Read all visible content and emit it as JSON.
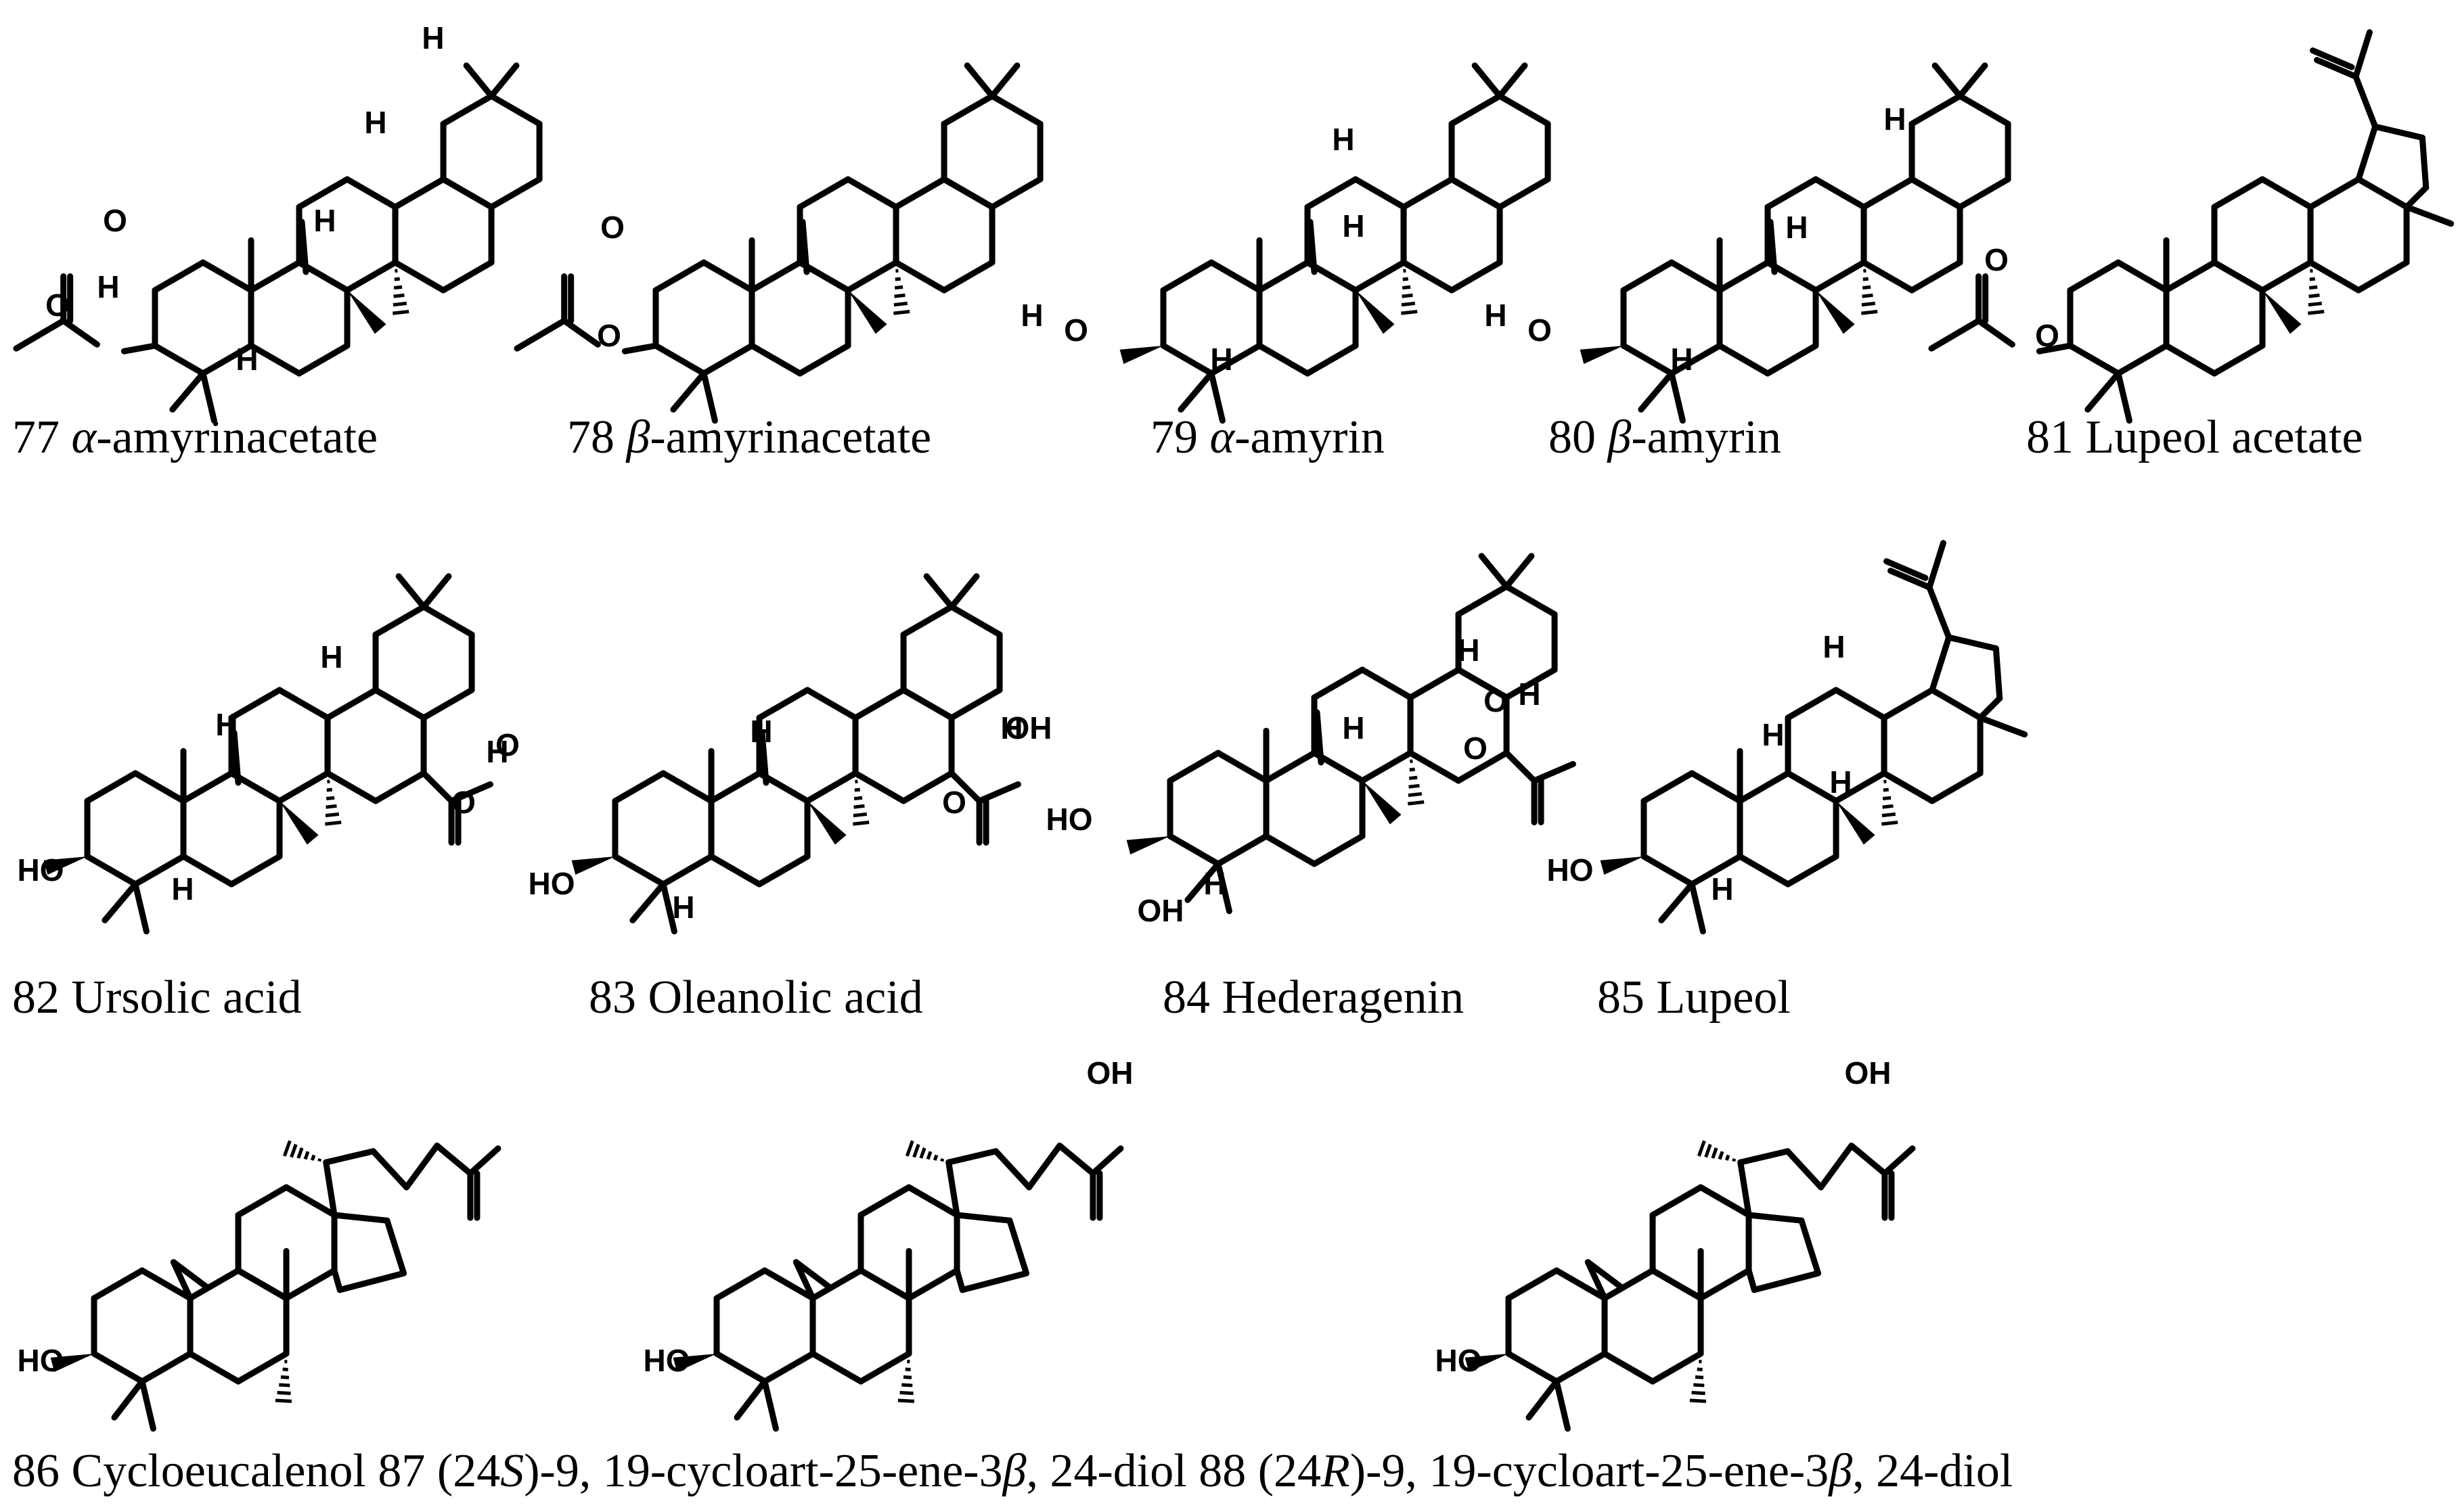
{
  "figure": {
    "compounds": [
      {
        "num": "77",
        "prefix": "",
        "greek": "α",
        "suffix": "-amyrinacetate",
        "atoms": [
          "O",
          "O",
          "H",
          "H",
          "H",
          "H",
          "H"
        ]
      },
      {
        "num": "78",
        "prefix": "",
        "greek": "β",
        "suffix": "-amyrinacetate",
        "atoms": [
          "O",
          "O"
        ]
      },
      {
        "num": "79",
        "prefix": "",
        "greek": "α",
        "suffix": "-amyrin",
        "atoms": [
          "H",
          "O",
          "H",
          "H",
          "H"
        ]
      },
      {
        "num": "80",
        "prefix": "",
        "greek": "β",
        "suffix": "-amyrin",
        "atoms": [
          "H",
          "O",
          "H",
          "H",
          "H"
        ]
      },
      {
        "num": "81",
        "prefix": "",
        "greek": "",
        "suffix": "Lupeol acetate",
        "atoms": [
          "O",
          "O"
        ]
      },
      {
        "num": "82",
        "prefix": "",
        "greek": "",
        "suffix": "Ursolic acid",
        "atoms": [
          "HO",
          "H",
          "H",
          "H",
          "O",
          "O",
          "H"
        ]
      },
      {
        "num": "83",
        "prefix": "",
        "greek": "",
        "suffix": "Oleanolic acid",
        "atoms": [
          "HO",
          "H",
          "H",
          "H",
          "OH",
          "O"
        ]
      },
      {
        "num": "84",
        "prefix": "",
        "greek": "",
        "suffix": "Hederagenin",
        "atoms": [
          "HO",
          "OH",
          "H",
          "H",
          "H",
          "O",
          "O",
          "H"
        ]
      },
      {
        "num": "85",
        "prefix": "",
        "greek": "",
        "suffix": "Lupeol",
        "atoms": [
          "HO",
          "H",
          "H",
          "H",
          "H"
        ]
      },
      {
        "num": "86",
        "prefix": "",
        "greek": "",
        "suffix": "Cycloeucalenol",
        "atoms": [
          "HO"
        ]
      },
      {
        "num": "87",
        "prefix": "(24",
        "italic": "S",
        "mid": ")-9, 19-cycloart-25-ene-3",
        "greek": "β",
        "suffix": ", 24-diol",
        "atoms": [
          "HO",
          "OH"
        ]
      },
      {
        "num": "88",
        "prefix": "(24",
        "italic": "R",
        "mid": ")-9, 19-cycloart-25-ene-3",
        "greek": "β",
        "suffix": ", 24-diol",
        "atoms": [
          "HO",
          "OH"
        ]
      }
    ]
  }
}
